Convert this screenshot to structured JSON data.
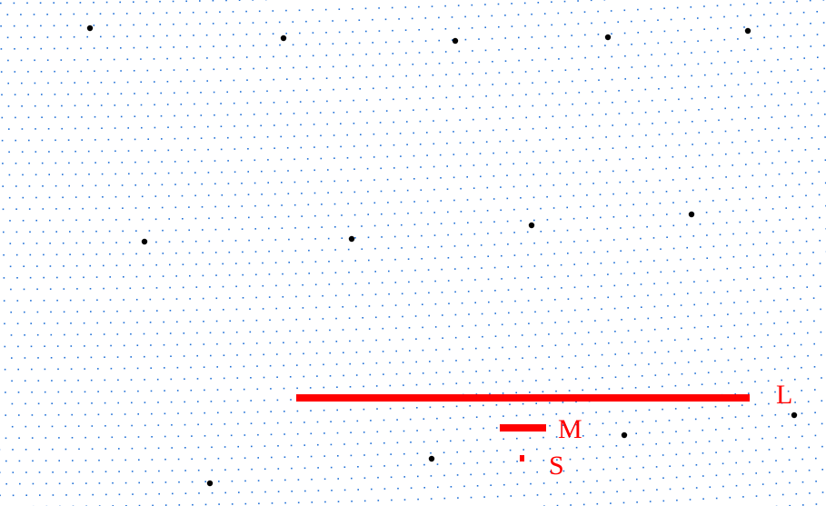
{
  "colors": {
    "background": "#ffffff",
    "grid_dot": "#1f6fd6",
    "marker_dot": "#000000",
    "scale_bar": "#ff0000"
  },
  "scale_bars": [
    {
      "id": "large",
      "label": "L"
    },
    {
      "id": "medium",
      "label": "M"
    },
    {
      "id": "small",
      "label": "S"
    }
  ]
}
